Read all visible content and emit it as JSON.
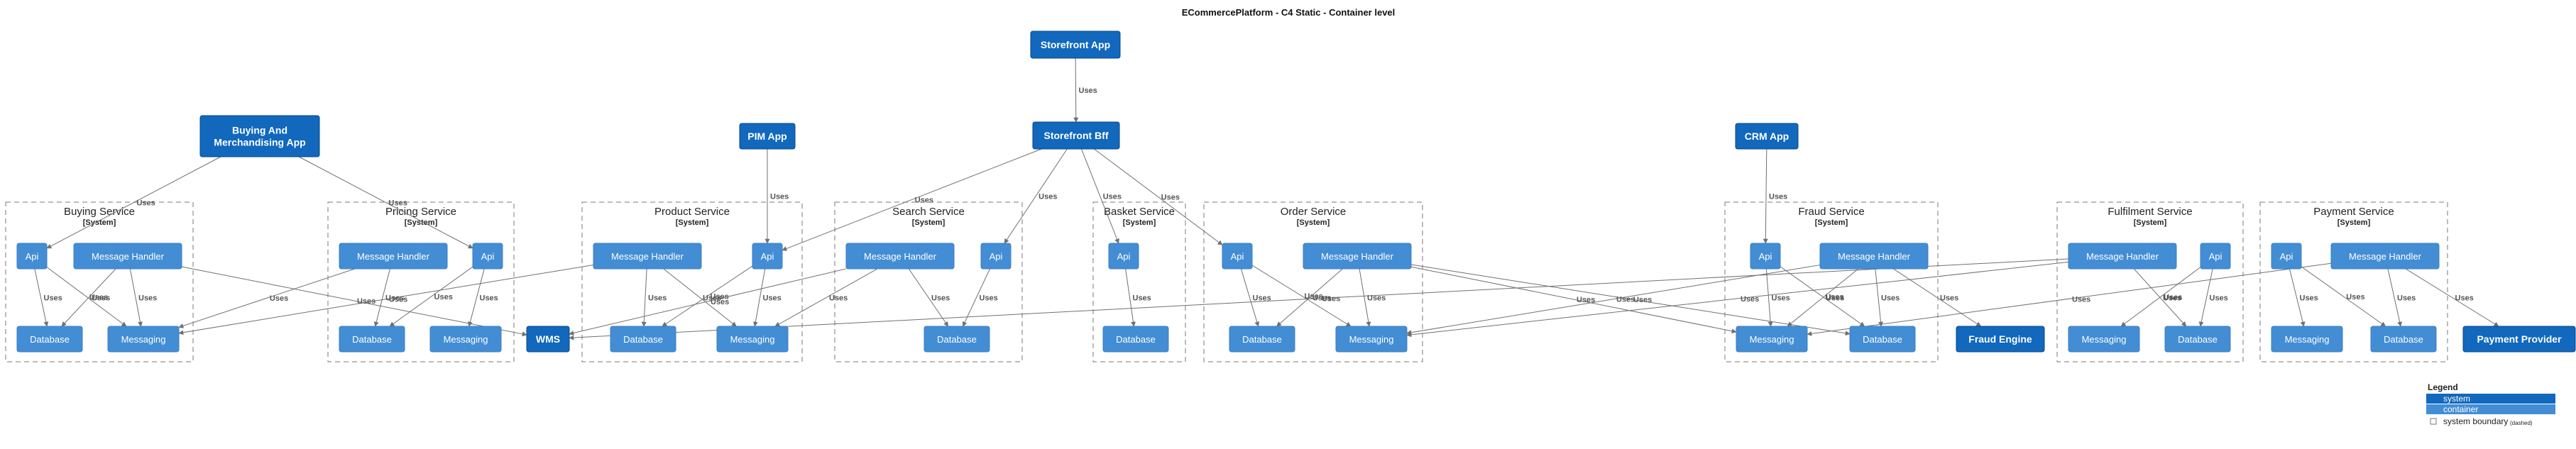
{
  "title": "ECommercePlatform - C4 Static - Container level",
  "colors": {
    "system": "#1168bd",
    "container": "#438dd5",
    "edge": "#707070",
    "boundary": "#7a7a7a"
  },
  "edge_label": "Uses",
  "boundaries": [
    {
      "id": "b-buying",
      "name": "Buying Service",
      "type": "[System]"
    },
    {
      "id": "b-pricing",
      "name": "Pricing Service",
      "type": "[System]"
    },
    {
      "id": "b-product",
      "name": "Product Service",
      "type": "[System]"
    },
    {
      "id": "b-search",
      "name": "Search Service",
      "type": "[System]"
    },
    {
      "id": "b-basket",
      "name": "Basket Service",
      "type": "[System]"
    },
    {
      "id": "b-order",
      "name": "Order Service",
      "type": "[System]"
    },
    {
      "id": "b-fraud",
      "name": "Fraud Service",
      "type": "[System]"
    },
    {
      "id": "b-fulfil",
      "name": "Fulfilment Service",
      "type": "[System]"
    },
    {
      "id": "b-payment",
      "name": "Payment Service",
      "type": "[System]"
    }
  ],
  "nodes": [
    {
      "id": "storefront-app",
      "label": [
        "Storefront App"
      ],
      "kind": "system"
    },
    {
      "id": "storefront-bff",
      "label": [
        "Storefront Bff"
      ],
      "kind": "system"
    },
    {
      "id": "buying-app",
      "label": [
        "Buying And",
        "Merchandising App"
      ],
      "kind": "system"
    },
    {
      "id": "pim-app",
      "label": [
        "PIM App"
      ],
      "kind": "system"
    },
    {
      "id": "crm-app",
      "label": [
        "CRM App"
      ],
      "kind": "system"
    },
    {
      "id": "buy-api",
      "label": [
        "Api"
      ],
      "kind": "container"
    },
    {
      "id": "buy-mh",
      "label": [
        "Message Handler"
      ],
      "kind": "container"
    },
    {
      "id": "buy-db",
      "label": [
        "Database"
      ],
      "kind": "container"
    },
    {
      "id": "buy-msg",
      "label": [
        "Messaging"
      ],
      "kind": "container"
    },
    {
      "id": "pri-mh",
      "label": [
        "Message Handler"
      ],
      "kind": "container"
    },
    {
      "id": "pri-api",
      "label": [
        "Api"
      ],
      "kind": "container"
    },
    {
      "id": "pri-db",
      "label": [
        "Database"
      ],
      "kind": "container"
    },
    {
      "id": "pri-msg",
      "label": [
        "Messaging"
      ],
      "kind": "container"
    },
    {
      "id": "wms",
      "label": [
        "WMS"
      ],
      "kind": "system"
    },
    {
      "id": "pro-mh",
      "label": [
        "Message Handler"
      ],
      "kind": "container"
    },
    {
      "id": "pro-api",
      "label": [
        "Api"
      ],
      "kind": "container"
    },
    {
      "id": "pro-db",
      "label": [
        "Database"
      ],
      "kind": "container"
    },
    {
      "id": "pro-msg",
      "label": [
        "Messaging"
      ],
      "kind": "container"
    },
    {
      "id": "sea-mh",
      "label": [
        "Message Handler"
      ],
      "kind": "container"
    },
    {
      "id": "sea-api",
      "label": [
        "Api"
      ],
      "kind": "container"
    },
    {
      "id": "sea-db",
      "label": [
        "Database"
      ],
      "kind": "container"
    },
    {
      "id": "bas-api",
      "label": [
        "Api"
      ],
      "kind": "container"
    },
    {
      "id": "bas-db",
      "label": [
        "Database"
      ],
      "kind": "container"
    },
    {
      "id": "ord-api",
      "label": [
        "Api"
      ],
      "kind": "container"
    },
    {
      "id": "ord-mh",
      "label": [
        "Message Handler"
      ],
      "kind": "container"
    },
    {
      "id": "ord-db",
      "label": [
        "Database"
      ],
      "kind": "container"
    },
    {
      "id": "ord-msg",
      "label": [
        "Messaging"
      ],
      "kind": "container"
    },
    {
      "id": "fra-api",
      "label": [
        "Api"
      ],
      "kind": "container"
    },
    {
      "id": "fra-mh",
      "label": [
        "Message Handler"
      ],
      "kind": "container"
    },
    {
      "id": "fra-msg",
      "label": [
        "Messaging"
      ],
      "kind": "container"
    },
    {
      "id": "fra-db",
      "label": [
        "Database"
      ],
      "kind": "container"
    },
    {
      "id": "fraud-engine",
      "label": [
        "Fraud Engine"
      ],
      "kind": "system"
    },
    {
      "id": "ful-mh",
      "label": [
        "Message Handler"
      ],
      "kind": "container"
    },
    {
      "id": "ful-api",
      "label": [
        "Api"
      ],
      "kind": "container"
    },
    {
      "id": "ful-msg",
      "label": [
        "Messaging"
      ],
      "kind": "container"
    },
    {
      "id": "ful-db",
      "label": [
        "Database"
      ],
      "kind": "container"
    },
    {
      "id": "pay-api",
      "label": [
        "Api"
      ],
      "kind": "container"
    },
    {
      "id": "pay-mh",
      "label": [
        "Message Handler"
      ],
      "kind": "container"
    },
    {
      "id": "pay-msg",
      "label": [
        "Messaging"
      ],
      "kind": "container"
    },
    {
      "id": "pay-db",
      "label": [
        "Database"
      ],
      "kind": "container"
    },
    {
      "id": "payment-provider",
      "label": [
        "Payment Provider"
      ],
      "kind": "system"
    }
  ],
  "edges": [
    [
      "storefront-app",
      "storefront-bff"
    ],
    [
      "buying-app",
      "buy-api"
    ],
    [
      "buying-app",
      "pri-api"
    ],
    [
      "pim-app",
      "pro-api"
    ],
    [
      "crm-app",
      "fra-api"
    ],
    [
      "storefront-bff",
      "pro-api"
    ],
    [
      "storefront-bff",
      "sea-api"
    ],
    [
      "storefront-bff",
      "bas-api"
    ],
    [
      "storefront-bff",
      "ord-api"
    ],
    [
      "buy-api",
      "buy-db"
    ],
    [
      "buy-api",
      "buy-msg"
    ],
    [
      "buy-mh",
      "buy-db"
    ],
    [
      "buy-mh",
      "buy-msg"
    ],
    [
      "buy-mh",
      "wms"
    ],
    [
      "pri-mh",
      "pri-db"
    ],
    [
      "pri-mh",
      "buy-msg"
    ],
    [
      "pri-api",
      "pri-db"
    ],
    [
      "pri-api",
      "pri-msg"
    ],
    [
      "pro-mh",
      "pro-db"
    ],
    [
      "pro-mh",
      "pro-msg"
    ],
    [
      "pro-mh",
      "buy-msg"
    ],
    [
      "pro-api",
      "pro-db"
    ],
    [
      "pro-api",
      "pro-msg"
    ],
    [
      "sea-mh",
      "sea-db"
    ],
    [
      "sea-mh",
      "pro-msg"
    ],
    [
      "sea-mh",
      "wms"
    ],
    [
      "sea-api",
      "sea-db"
    ],
    [
      "bas-api",
      "bas-db"
    ],
    [
      "ord-api",
      "ord-db"
    ],
    [
      "ord-api",
      "ord-msg"
    ],
    [
      "ord-mh",
      "ord-db"
    ],
    [
      "ord-mh",
      "ord-msg"
    ],
    [
      "ord-mh",
      "fra-msg"
    ],
    [
      "ord-mh",
      "fra-db"
    ],
    [
      "fra-api",
      "fra-msg"
    ],
    [
      "fra-api",
      "fra-db"
    ],
    [
      "fra-mh",
      "fra-msg"
    ],
    [
      "fra-mh",
      "fra-db"
    ],
    [
      "fra-mh",
      "fraud-engine"
    ],
    [
      "fra-mh",
      "ord-msg"
    ],
    [
      "ful-mh",
      "ful-db"
    ],
    [
      "ful-mh",
      "ord-msg"
    ],
    [
      "ful-mh",
      "wms"
    ],
    [
      "ful-api",
      "ful-msg"
    ],
    [
      "ful-api",
      "ful-db"
    ],
    [
      "pay-api",
      "pay-msg"
    ],
    [
      "pay-api",
      "pay-db"
    ],
    [
      "pay-mh",
      "pay-db"
    ],
    [
      "pay-mh",
      "payment-provider"
    ],
    [
      "pay-mh",
      "fra-msg"
    ]
  ],
  "legend": {
    "title": "Legend",
    "system": "system",
    "container": "container",
    "boundary": "system boundary",
    "boundary_note": "(dashed)"
  }
}
